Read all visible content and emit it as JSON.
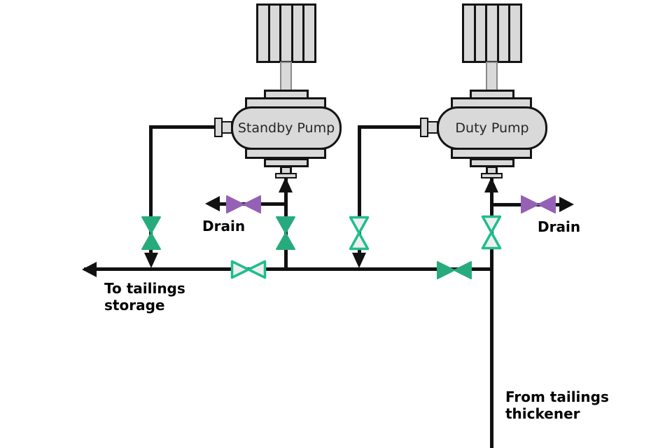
{
  "pumps": [
    {
      "label": "Standby Pump"
    },
    {
      "label": "Duty Pump"
    }
  ],
  "labels": {
    "drain_left": "Drain",
    "drain_right": "Drain",
    "to_storage_line1": "To tailings",
    "to_storage_line2": "storage",
    "from_thickener_line1": "From tailings",
    "from_thickener_line2": "thickener"
  },
  "valves": [
    {
      "name": "standby-discharge-isolation-valve",
      "style": "filled-teal",
      "orientation": "vertical"
    },
    {
      "name": "standby-suction-isolation-valve",
      "style": "filled-teal",
      "orientation": "vertical"
    },
    {
      "name": "duty-discharge-isolation-valve",
      "style": "outline-teal",
      "orientation": "vertical"
    },
    {
      "name": "duty-suction-isolation-valve",
      "style": "outline-teal",
      "orientation": "vertical"
    },
    {
      "name": "header-crossover-valve-left",
      "style": "outline-teal",
      "orientation": "horizontal"
    },
    {
      "name": "header-crossover-valve-right",
      "style": "filled-teal",
      "orientation": "horizontal"
    },
    {
      "name": "drain-valve-left",
      "style": "filled-purple",
      "orientation": "horizontal"
    },
    {
      "name": "drain-valve-right",
      "style": "filled-purple",
      "orientation": "horizontal"
    }
  ],
  "colors": {
    "pipe": "#111111",
    "valve_filled_teal": "#27AB7D",
    "valve_outline_teal": "#1FBD8C",
    "valve_outline_fill": "#EFEFEF",
    "valve_purple": "#9561B5",
    "equipment_fill": "#D9D9D9",
    "equipment_stroke": "#141414"
  }
}
